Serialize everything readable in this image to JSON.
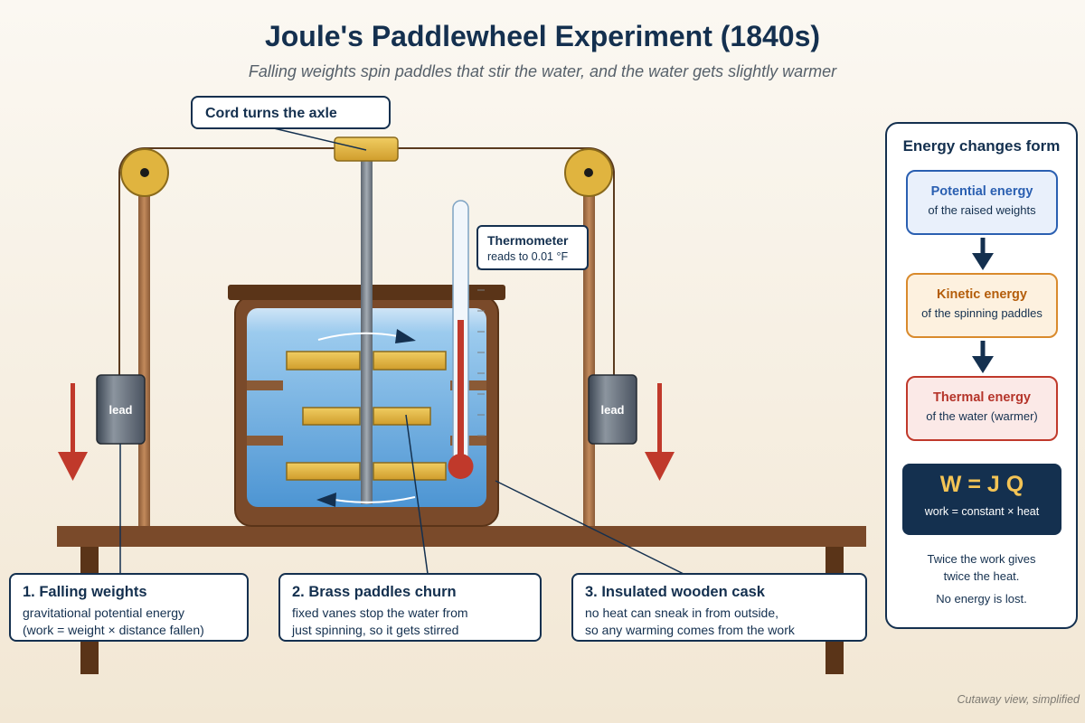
{
  "header": {
    "title": "Joule's Paddlewheel Experiment (1840s)",
    "subtitle": "Falling weights spin paddles that stir the water, and the water gets slightly warmer"
  },
  "callouts": {
    "cord": "Cord turns the axle",
    "thermometer": {
      "title": "Thermometer",
      "detail": "reads to 0.01 °F"
    }
  },
  "weights": {
    "left_label": "lead",
    "right_label": "lead"
  },
  "captions": [
    {
      "title": "1. Falling weights",
      "lines": [
        "gravitational potential energy",
        "(work = weight × distance fallen)"
      ]
    },
    {
      "title": "2. Brass paddles churn",
      "lines": [
        "fixed vanes stop the water from",
        "just spinning, so it gets stirred"
      ]
    },
    {
      "title": "3. Insulated wooden cask",
      "lines": [
        "no heat can sneak in from outside,",
        "so any warming comes from the work"
      ]
    }
  ],
  "energy_panel": {
    "title": "Energy changes form",
    "stages": [
      {
        "name": "Potential energy",
        "detail": "of the raised weights"
      },
      {
        "name": "Kinetic energy",
        "detail": "of the spinning paddles"
      },
      {
        "name": "Thermal energy",
        "detail": "of the water (warmer)"
      }
    ],
    "formula": {
      "equation": "W = J Q",
      "legend": "work = constant × heat"
    },
    "notes": [
      "Twice the work gives",
      "twice the heat.",
      "No energy is lost."
    ]
  },
  "footnote": "Cutaway view, simplified",
  "colors": {
    "navy": "#14304f",
    "brass": "#e0b43f",
    "wood": "#7a4a2a",
    "water": "#6fb0e0",
    "mercury": "#c0392b",
    "arrow_red": "#c0392b"
  }
}
